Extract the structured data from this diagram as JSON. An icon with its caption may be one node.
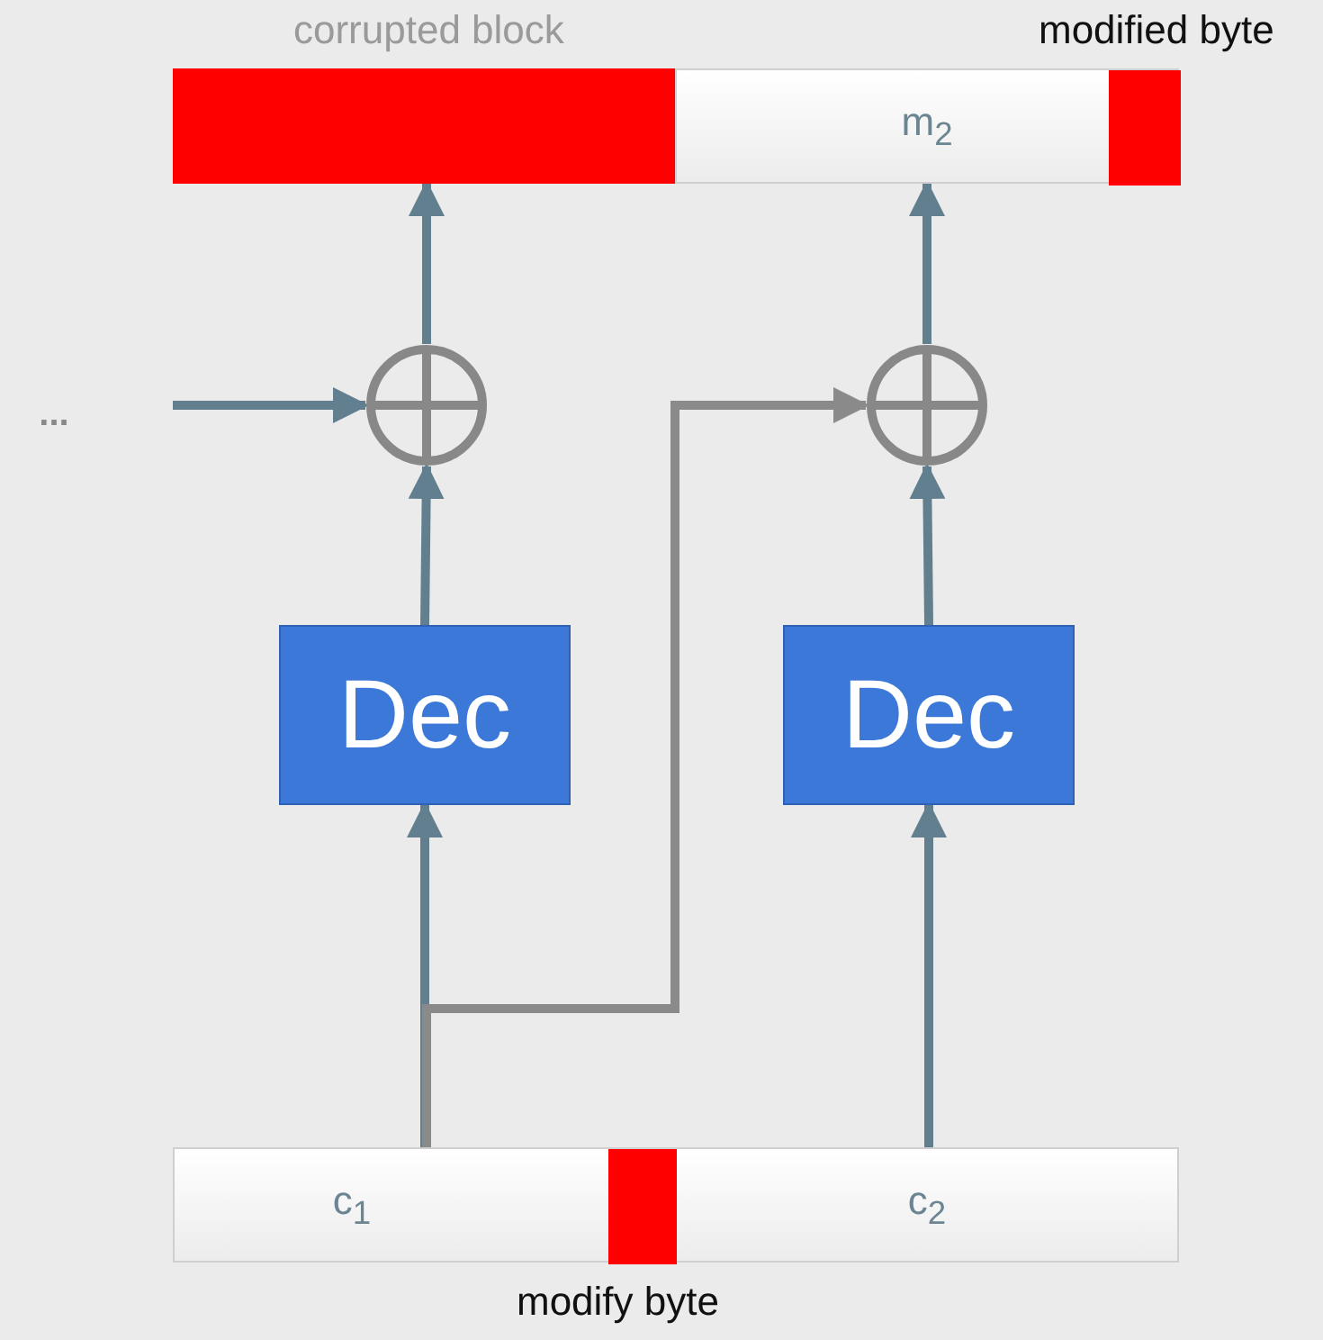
{
  "diagram": {
    "nodes": [
      {
        "text": [],
        "shape": "bar",
        "beside": [
          "corrupted block"
        ]
      },
      {
        "text": [
          "m$_{2}$"
        ]
      },
      {
        "text": [],
        "shape": "bar",
        "in": 1,
        "beside": [
          "modified byte"
        ]
      },
      {
        "text": [
          "..."
        ]
      },
      {
        "text": [],
        "shape": "circle"
      },
      {
        "text": [],
        "shape": "circle"
      },
      {
        "text": [
          "Dec"
        ]
      },
      {
        "text": [
          "Dec"
        ]
      },
      {
        "text": [
          "c$_{1}$"
        ]
      },
      {
        "text": [],
        "shape": "bar",
        "in": 8,
        "beside": [
          "modify byte"
        ]
      },
      {
        "text": [
          "c$_{2}$"
        ]
      }
    ],
    "edges": [
      {
        "from": 3,
        "to": 4,
        "arrow": "to"
      },
      {
        "from": 4,
        "to": 0,
        "arrow": "to"
      },
      {
        "from": 6,
        "to": 4,
        "arrow": "to"
      },
      {
        "from": 8,
        "to": 6,
        "arrow": "to"
      },
      {
        "from": 8,
        "to": 5,
        "arrow": "to",
        "color": "#8a8a8a"
      },
      {
        "from": 5,
        "to": 1,
        "arrow": "to"
      },
      {
        "from": 7,
        "to": 5,
        "arrow": "to"
      },
      {
        "from": 10,
        "to": 7,
        "arrow": "to"
      }
    ]
  }
}
